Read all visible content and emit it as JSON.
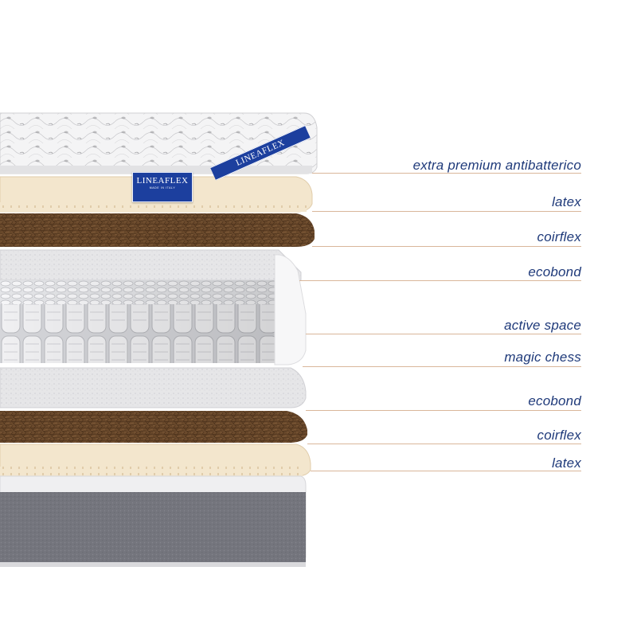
{
  "brand": {
    "name": "LINEAFLEX",
    "tagline": "MADE IN ITALY",
    "color": "#1c3f9e"
  },
  "accent_color": "#1f3a7a",
  "leader_color": "#d9b69a",
  "layers": [
    {
      "label": "extra premium antibatterico",
      "material": "quilted-cover"
    },
    {
      "label": "latex",
      "material": "latex"
    },
    {
      "label": "coirflex",
      "material": "coir"
    },
    {
      "label": "ecobond",
      "material": "ecobond"
    },
    {
      "label": "active space",
      "material": "pocket-springs"
    },
    {
      "label": "magic chess",
      "material": "foam-frame"
    },
    {
      "label": "ecobond",
      "material": "ecobond"
    },
    {
      "label": "coirflex",
      "material": "coir"
    },
    {
      "label": "latex",
      "material": "latex"
    }
  ]
}
